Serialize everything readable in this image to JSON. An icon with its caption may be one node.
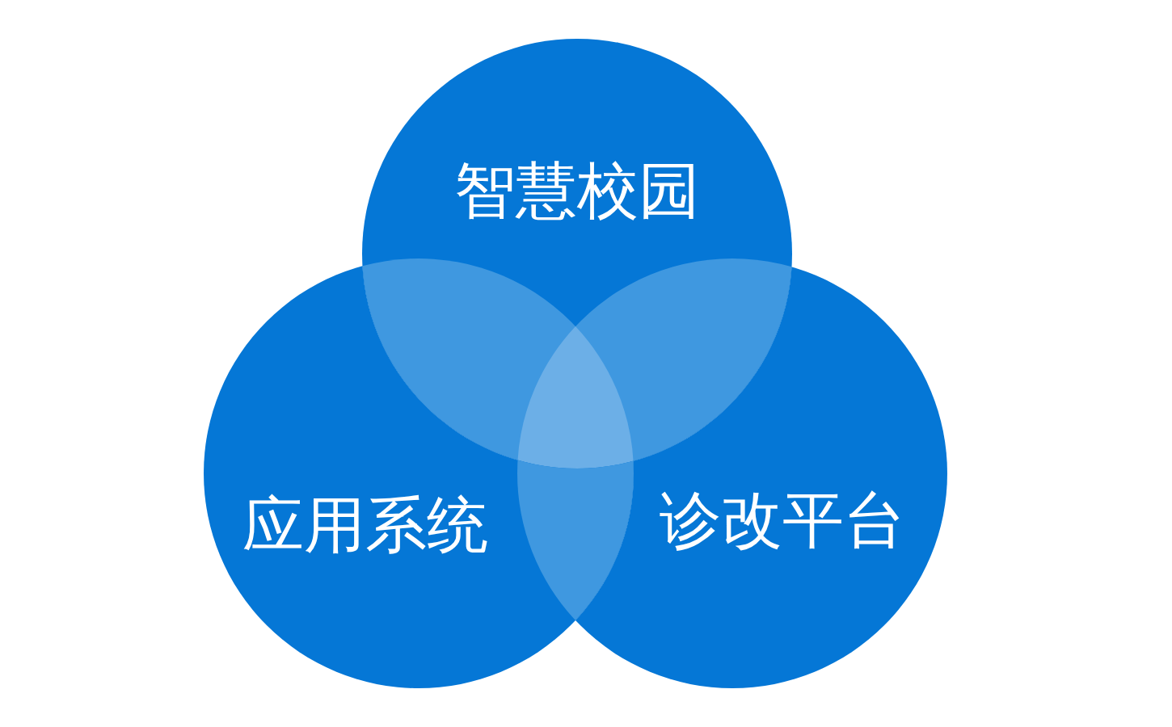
{
  "diagram": {
    "nodes": [
      {
        "text": [
          "智慧校园"
        ]
      },
      {
        "text": [
          "应用系统"
        ]
      },
      {
        "text": [
          "诊改平台"
        ]
      }
    ]
  }
}
